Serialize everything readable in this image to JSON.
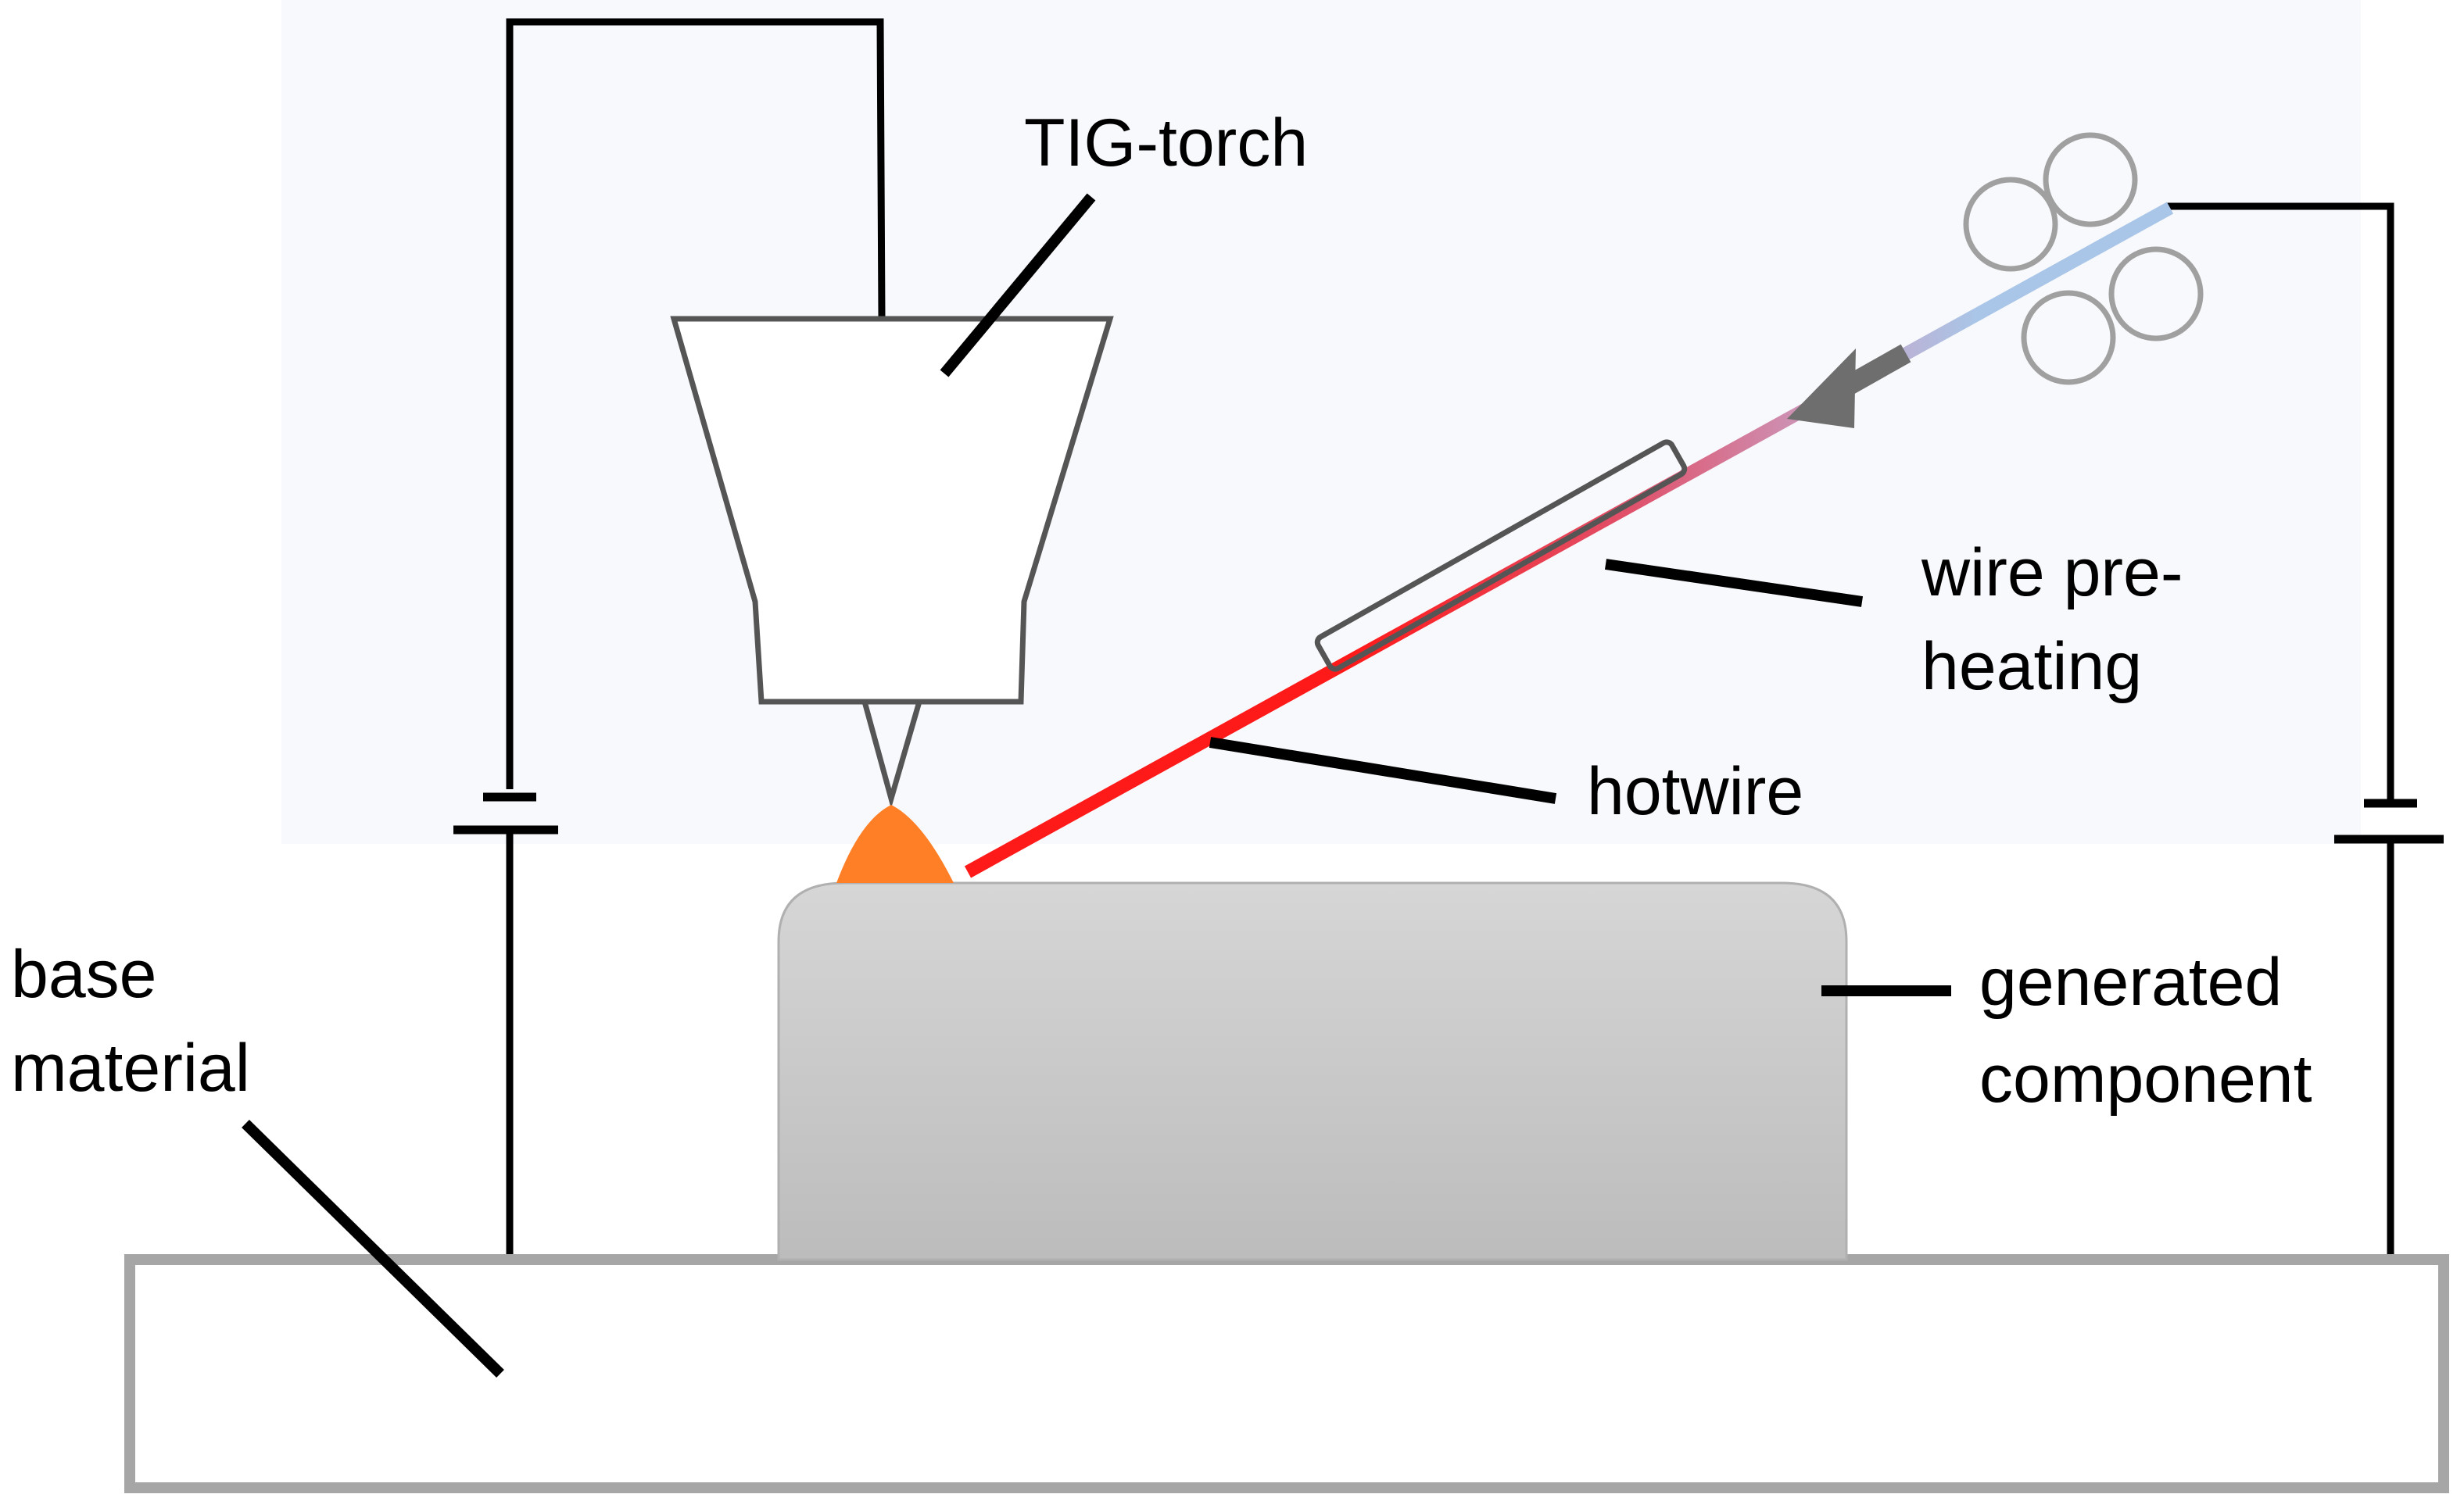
{
  "labels": {
    "tig_torch": "TIG-torch",
    "wire_preheating_line1": "wire pre-",
    "wire_preheating_line2": "heating",
    "hotwire": "hotwire",
    "generated_component_line1": "generated",
    "generated_component_line2": "component",
    "base_material_line1": "base",
    "base_material_line2": "material"
  },
  "colors": {
    "background_panel": "#f8f9fc",
    "torch_outline": "#555555",
    "arc": "#ff7f27",
    "hotwire": "#ff1a1a",
    "wire_feed_cold": "#a9c6e8",
    "wire_preheat_mid": "#d07090",
    "feed_arrow": "#6e6e6e",
    "feed_rollers": "#a0a0a0",
    "component_fill_top": "#d6d6d6",
    "component_fill_bottom": "#bcbcbc",
    "base_plate_border": "#a6a6a6",
    "leader_lines": "#000000",
    "circuit_lines": "#000000"
  },
  "icons": {
    "power_supply_left": "dc-power-source-symbol",
    "power_supply_right": "dc-power-source-symbol",
    "wire_feed_rollers": "wire-feed-roller-icon",
    "feed_direction": "arrow-icon"
  }
}
